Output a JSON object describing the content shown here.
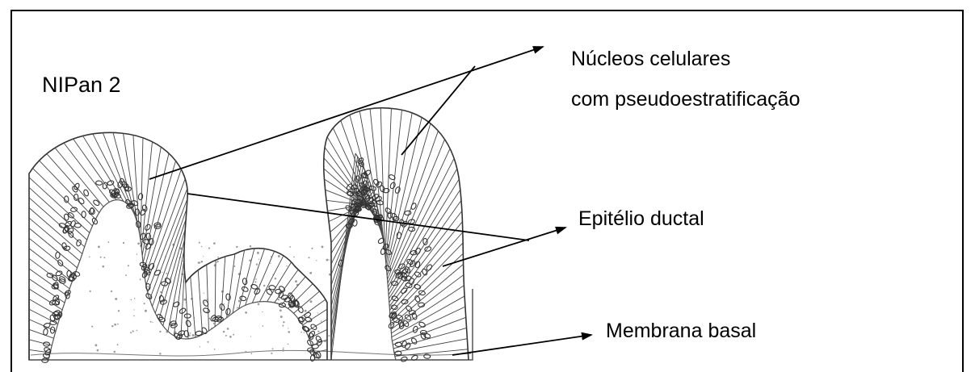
{
  "figure": {
    "title": "NIPan 2",
    "labels": {
      "nucleos_line1": "Núcleos celulares",
      "nucleos_line2": "com pseudoestratificação",
      "epitelio": "Epitélio ductal",
      "membrana": "Membrana basal"
    }
  },
  "colors": {
    "ink": "#000000",
    "cell_line": "#444444",
    "nucleus": "#333333",
    "stroma_dots": "#9a9a9a",
    "background": "#ffffff"
  }
}
